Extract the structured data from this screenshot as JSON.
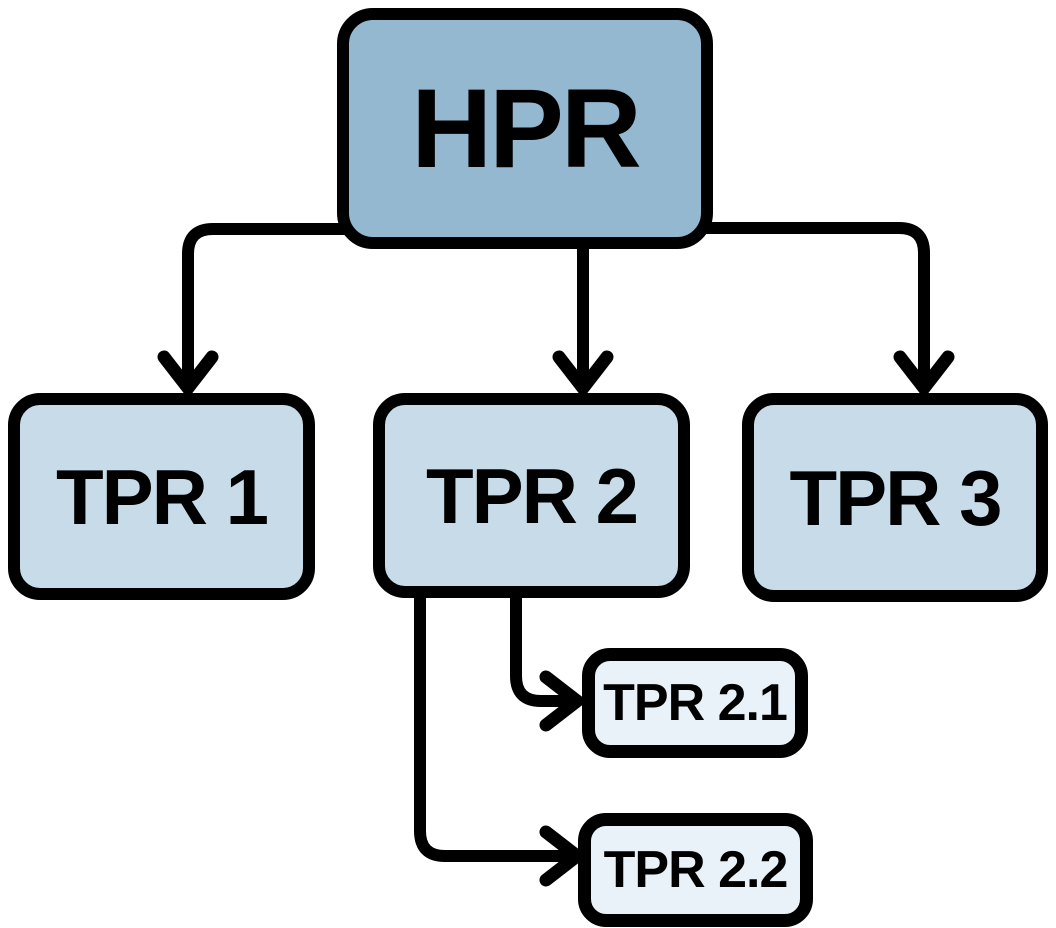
{
  "diagram": {
    "type": "org-tree",
    "background": "#ffffff",
    "line_color": "#000000",
    "text_color": "#000000",
    "colors": {
      "root_fill": "#93b8d0",
      "child_fill": "#c7dce8",
      "grandchild_fill": "#e9f2f8",
      "border": "#000000"
    },
    "nodes": [
      {
        "id": "HPR",
        "label": "HPR",
        "level": 0,
        "parent": null
      },
      {
        "id": "TPR 1",
        "label": "TPR 1",
        "level": 1,
        "parent": "HPR"
      },
      {
        "id": "TPR 2",
        "label": "TPR 2",
        "level": 1,
        "parent": "HPR"
      },
      {
        "id": "TPR 3",
        "label": "TPR 3",
        "level": 1,
        "parent": "HPR"
      },
      {
        "id": "TPR 2.1",
        "label": "TPR 2.1",
        "level": 2,
        "parent": "TPR 2"
      },
      {
        "id": "TPR 2.2",
        "label": "TPR 2.2",
        "level": 2,
        "parent": "TPR 2"
      }
    ],
    "edges": [
      {
        "from": "HPR",
        "to": "TPR 1"
      },
      {
        "from": "HPR",
        "to": "TPR 2"
      },
      {
        "from": "HPR",
        "to": "TPR 3"
      },
      {
        "from": "TPR 2",
        "to": "TPR 2.1"
      },
      {
        "from": "TPR 2",
        "to": "TPR 2.2"
      }
    ]
  }
}
